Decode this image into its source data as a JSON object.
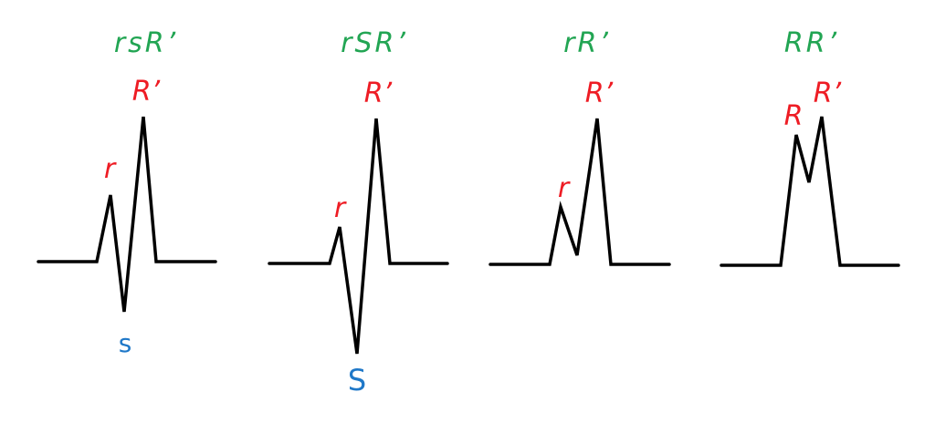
{
  "colors": {
    "title": "#22a553",
    "positive_wave": "#ee1c24",
    "negative_wave": "#1f78c8",
    "trace": "#000000"
  },
  "panels": [
    {
      "title": "rsR’",
      "labels": {
        "r": "r",
        "s": "s",
        "R_prime": "R’"
      }
    },
    {
      "title": "rSR’",
      "labels": {
        "r": "r",
        "S": "S",
        "R_prime": "R’"
      }
    },
    {
      "title": "rR’",
      "labels": {
        "r": "r",
        "R_prime": "R’"
      }
    },
    {
      "title": "RR’",
      "labels": {
        "R": "R",
        "R_prime": "R’"
      }
    }
  ]
}
